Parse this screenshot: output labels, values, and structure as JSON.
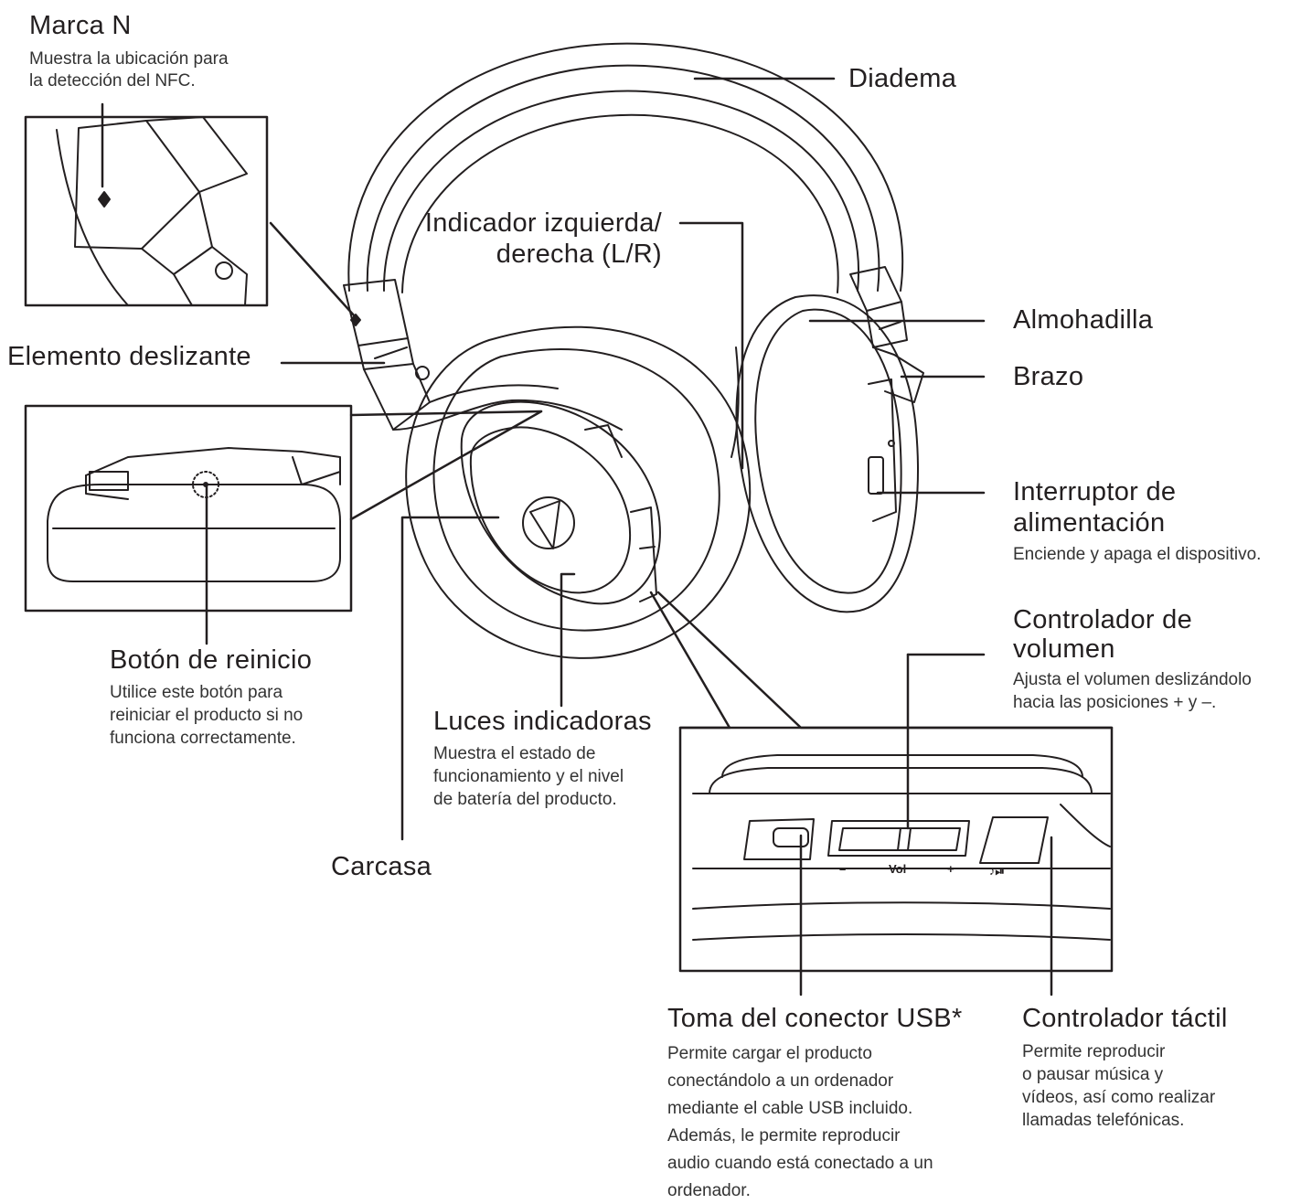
{
  "labels": {
    "marca_n": {
      "title": "Marca N",
      "desc": [
        "Muestra la ubicación para",
        "la detección del NFC."
      ]
    },
    "diadema": {
      "title": "Diadema"
    },
    "indicador_lr": {
      "title": [
        "Indicador izquierda/",
        "derecha (L/R)"
      ]
    },
    "almohadilla": {
      "title": "Almohadilla"
    },
    "brazo": {
      "title": "Brazo"
    },
    "elemento_deslizante": {
      "title": "Elemento deslizante"
    },
    "interruptor": {
      "title": [
        "Interruptor de",
        "alimentación"
      ],
      "desc": [
        "Enciende y apaga el dispositivo."
      ]
    },
    "volumen": {
      "title": [
        "Controlador de",
        "volumen"
      ],
      "desc": [
        "Ajusta el volumen deslizándolo",
        "hacia las posiciones + y –."
      ]
    },
    "reinicio": {
      "title": "Botón de reinicio",
      "desc": [
        "Utilice este botón para",
        "reiniciar el producto si no",
        "funciona correctamente."
      ]
    },
    "luces": {
      "title": "Luces indicadoras",
      "desc": [
        "Muestra el estado de",
        "funcionamiento y el nivel",
        "de batería del producto."
      ]
    },
    "carcasa": {
      "title": "Carcasa"
    },
    "usb": {
      "title": "Toma del conector USB*",
      "desc": [
        "Permite cargar el producto",
        "conectándolo a un ordenador",
        "mediante el cable USB incluido.",
        "Además, le permite reproducir",
        "audio cuando está conectado a un",
        "ordenador."
      ]
    },
    "tactil": {
      "title": "Controlador táctil",
      "desc": [
        "Permite reproducir",
        "o pausar música y",
        "vídeos, así como realizar",
        "llamadas telefónicas."
      ]
    }
  },
  "panel_marks": {
    "minus": "–",
    "vol": "Vol",
    "plus": "+",
    "play": "♪⏯"
  }
}
